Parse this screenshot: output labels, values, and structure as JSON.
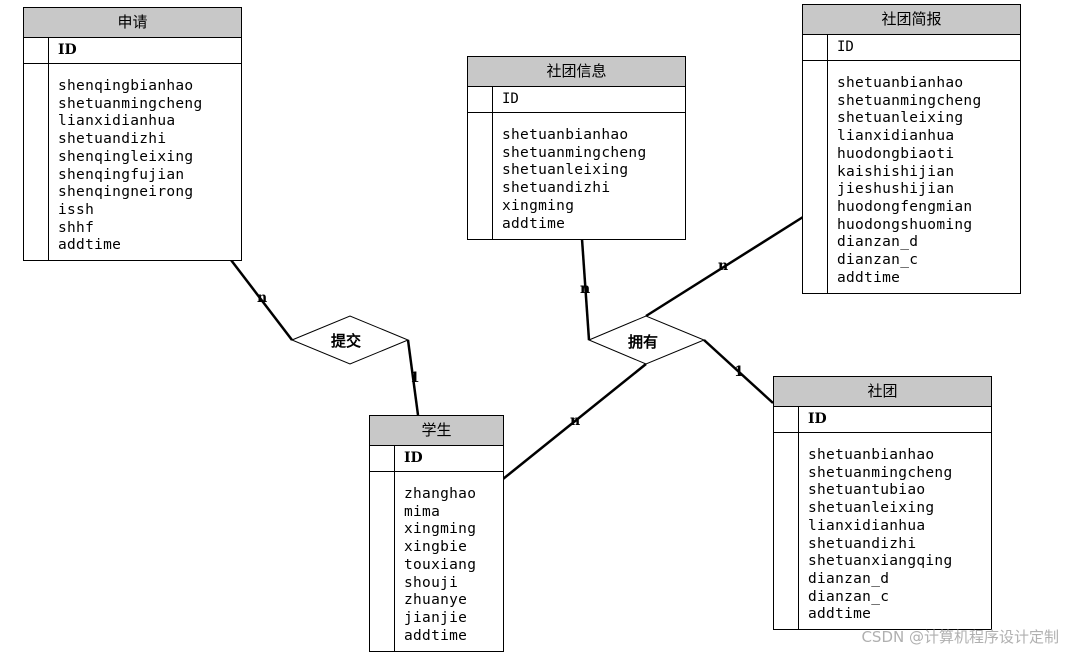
{
  "entities": {
    "shenqing": {
      "title": "申请",
      "pk": "ID",
      "fields": [
        "shenqingbianhao",
        "shetuanmingcheng",
        "lianxidianhua",
        "shetuandizhi",
        "shenqingleixing",
        "shenqingfujian",
        "shenqingneirong",
        "issh",
        "shhf",
        "addtime"
      ]
    },
    "shetuanxinxi": {
      "title": "社团信息",
      "pk": "ID",
      "fields": [
        "shetuanbianhao",
        "shetuanmingcheng",
        "shetuanleixing",
        "shetuandizhi",
        "xingming",
        "addtime"
      ]
    },
    "shetuanjianbao": {
      "title": "社团简报",
      "pk": "ID",
      "fields": [
        "shetuanbianhao",
        "shetuanmingcheng",
        "shetuanleixing",
        "lianxidianhua",
        "huodongbiaoti",
        "kaishishijian",
        "jieshushijian",
        "huodongfengmian",
        "huodongshuoming",
        "dianzan_d",
        "dianzan_c",
        "addtime"
      ]
    },
    "xuesheng": {
      "title": "学生",
      "pk": "ID",
      "fields": [
        "zhanghao",
        "mima",
        "xingming",
        "xingbie",
        "touxiang",
        "shouji",
        "zhuanye",
        "jianjie",
        "addtime"
      ]
    },
    "shetuan": {
      "title": "社团",
      "pk": "ID",
      "fields": [
        "shetuanbianhao",
        "shetuanmingcheng",
        "shetuantubiao",
        "shetuanleixing",
        "lianxidianhua",
        "shetuandizhi",
        "shetuanxiangqing",
        "dianzan_d",
        "dianzan_c",
        "addtime"
      ]
    }
  },
  "relations": {
    "tijiao": {
      "label": "提交",
      "card_shenqing": "n",
      "card_xuesheng": "1"
    },
    "yongyou": {
      "label": "拥有",
      "card_xinxi": "n",
      "card_jianbao": "n",
      "card_xuesheng": "n",
      "card_shetuan": "1"
    }
  },
  "watermark": "CSDN @计算机程序设计定制"
}
